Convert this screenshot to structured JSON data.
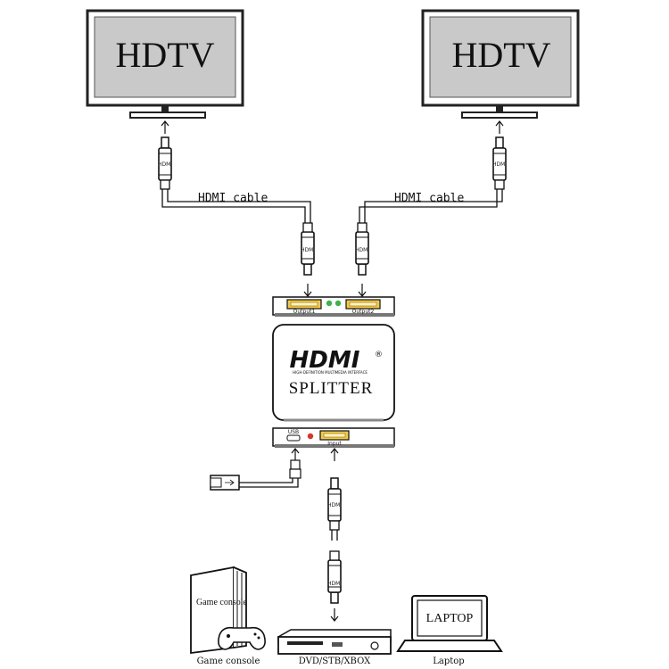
{
  "tv_left": {
    "label": "HDTV"
  },
  "tv_right": {
    "label": "HDTV"
  },
  "cables": {
    "left": "HDMI cable",
    "right": "HDMI cable"
  },
  "connector_text": "HDMI",
  "splitter": {
    "logo": "HDMI",
    "logo_mark": "®",
    "logo_sub": "HIGH-DEFINITION MULTIMEDIA INTERFACE",
    "name": "SPLITTER",
    "port_output1": "Output1",
    "port_output2": "Output2",
    "port_usb": "USB",
    "port_input": "Input"
  },
  "sources": {
    "game_console_screen": "Game console",
    "game_console_caption": "Game console",
    "dvd_caption": "DVD/STB/XBOX",
    "laptop_screen": "LAPTOP",
    "laptop_caption": "Laptop"
  }
}
